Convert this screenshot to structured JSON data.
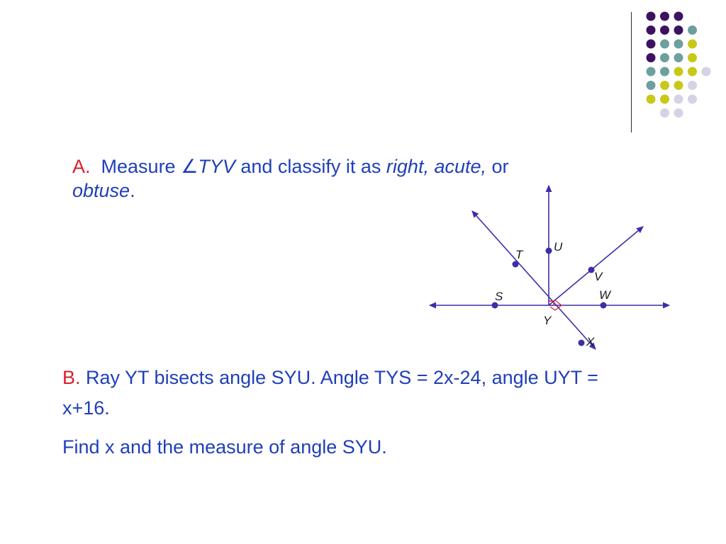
{
  "decor": {
    "dot_colors": {
      "purple": "#3d1260",
      "teal": "#6e9f9f",
      "yellow": "#c8c81a",
      "lavender": "#d3d3e6"
    },
    "dot_rows": [
      [
        "purple",
        "purple",
        "purple"
      ],
      [
        "purple",
        "purple",
        "purple",
        "teal"
      ],
      [
        "purple",
        "teal",
        "teal",
        "yellow"
      ],
      [
        "purple",
        "teal",
        "teal",
        "yellow"
      ],
      [
        "teal",
        "teal",
        "yellow",
        "yellow",
        "lavender"
      ],
      [
        "teal",
        "yellow",
        "yellow",
        "lavender"
      ],
      [
        "yellow",
        "yellow",
        "lavender",
        "lavender"
      ],
      [
        "lavender",
        "lavender"
      ]
    ]
  },
  "partA": {
    "label": "A.",
    "measure_word": "Measure",
    "angle_symbol": "∠",
    "angle_name": "TYV",
    "text1": " and classify it as ",
    "choices": "right, acute,",
    "or_word": " or",
    "obtuse": "obtuse",
    "period": "."
  },
  "partB": {
    "label": "B.",
    "text": " Ray YT bisects angle SYU. Angle TYS = 2x-24, angle UYT = x+16.",
    "find": "Find x and the measure of angle SYU."
  },
  "figure": {
    "line_color": "#3a2fa8",
    "right_angle_color": "#d6202d",
    "points": [
      "S",
      "T",
      "U",
      "V",
      "W",
      "X",
      "Y"
    ]
  }
}
